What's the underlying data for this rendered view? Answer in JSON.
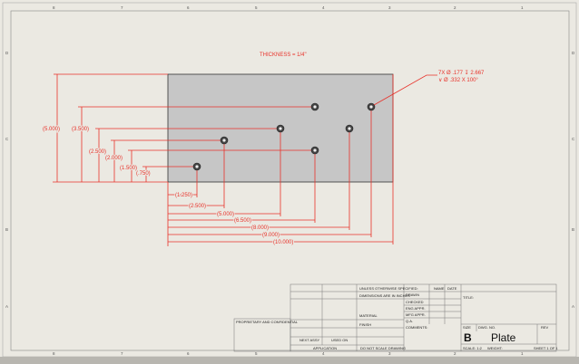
{
  "drawing": {
    "note": "THICKNESS = 1/4\"",
    "callout_line1": "7X  Ø .177 ↧ 2.667",
    "callout_line2": "∨  Ø .332 X 100°",
    "horizontal_dims": [
      "(1.250)",
      "(2.500)",
      "(5.000)",
      "(6.500)",
      "(8.000)",
      "(9.000)",
      "(10.000)"
    ],
    "vertical_dims": [
      "(5.000)",
      "(3.500)",
      "(2.500)",
      "(2.000)",
      "(1.500)",
      "(.750)"
    ],
    "zones_top": [
      "8",
      "7",
      "6",
      "5",
      "4",
      "3",
      "2",
      "1"
    ],
    "zones_side": [
      "D",
      "C",
      "B",
      "A"
    ]
  },
  "title_block": {
    "unless": "UNLESS OTHERWISE SPECIFIED:",
    "dims_note": "DIMENSIONS ARE IN INCHES",
    "name_hdr": "NAME",
    "date_hdr": "DATE",
    "drawn": "DRAWN",
    "checked": "CHECKED",
    "eng_appr": "ENG APPR.",
    "mfg_appr": "MFG APPR.",
    "qa": "Q.A.",
    "comments": "COMMENTS:",
    "material": "MATERIAL",
    "finish": "FINISH",
    "next_assy": "NEXT ASSY",
    "used_on": "USED ON",
    "application": "APPLICATION",
    "do_not_scale": "DO NOT SCALE DRAWING",
    "title_label": "TITLE:",
    "size_label": "SIZE",
    "dwg_no_label": "DWG.  NO.",
    "rev_label": "REV",
    "size": "B",
    "dwg_no": "Plate",
    "scale": "SCALE: 1:2",
    "weight": "WEIGHT:",
    "sheet": "SHEET 1 OF 1",
    "proprietary": "PROPRIETARY AND CONFIDENTIAL"
  }
}
